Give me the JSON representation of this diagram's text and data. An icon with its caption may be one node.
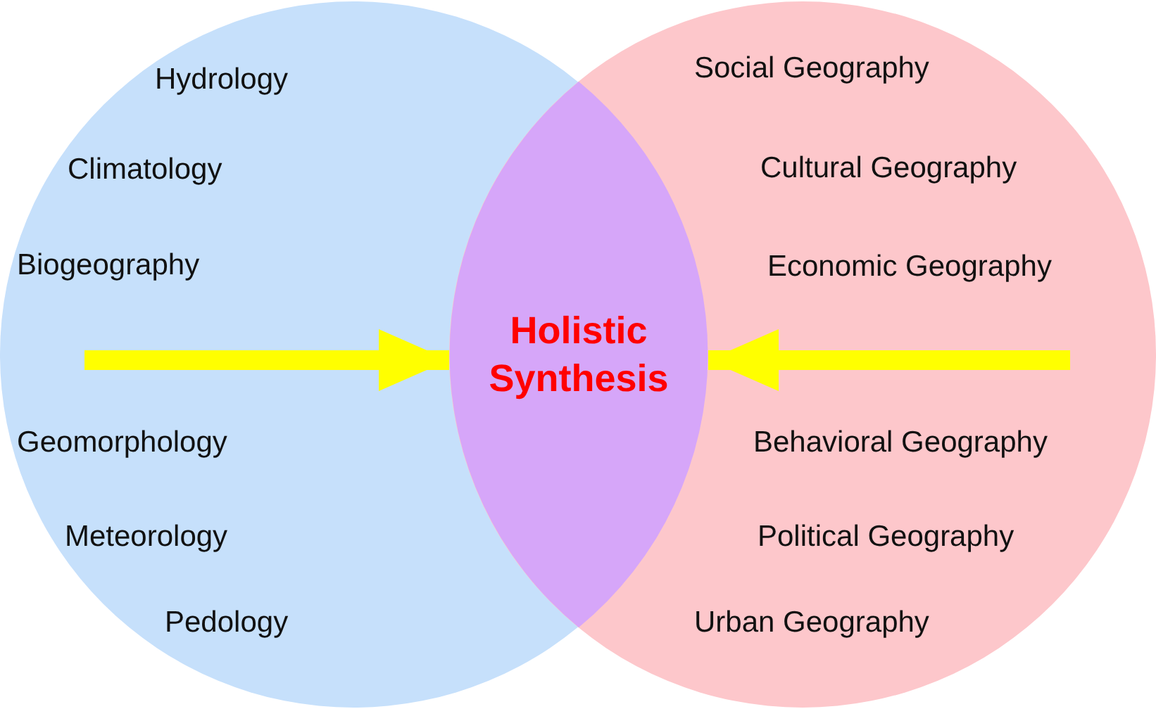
{
  "diagram": {
    "nodes": [
      {
        "text": [
          "Hydrology",
          "Climatology",
          "Biogeography",
          "Geomorphology",
          "Meteorology",
          "Pedology"
        ]
      },
      {
        "text": [
          "Social Geography",
          "Cultural Geography",
          "Economic Geography",
          "Behavioral Geography",
          "Political Geography",
          "Urban Geography"
        ]
      },
      {
        "text": [
          "Holistic Synthesis"
        ]
      }
    ],
    "edges": [
      {
        "from": 0,
        "to": 2,
        "arrow": "to"
      },
      {
        "from": 1,
        "to": 2,
        "arrow": "to"
      }
    ]
  }
}
